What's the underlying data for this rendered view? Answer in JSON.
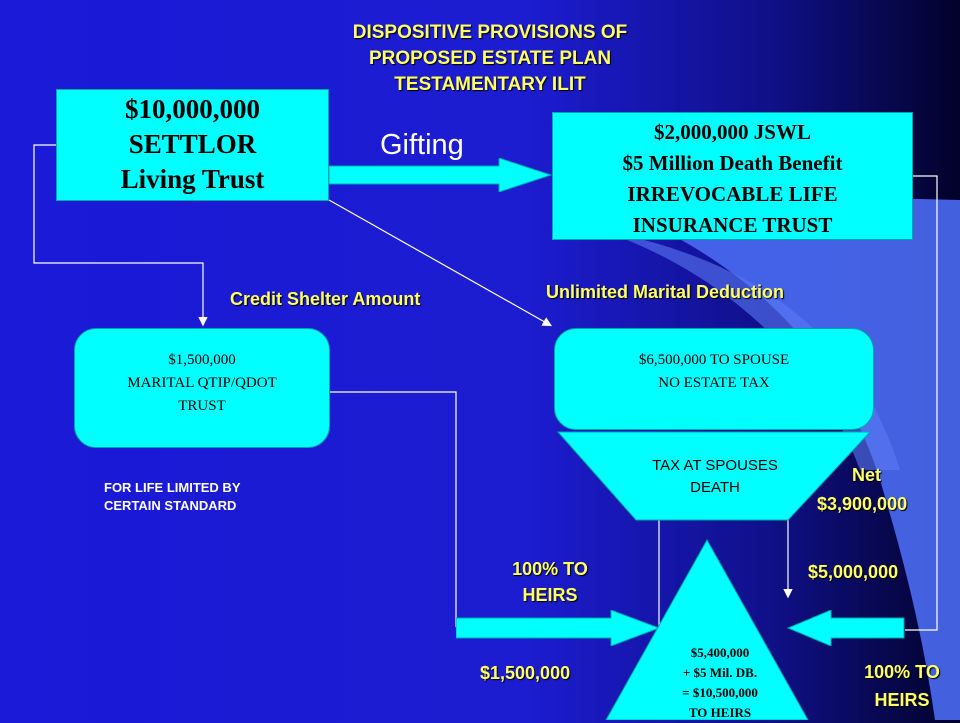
{
  "title": {
    "line1": "DISPOSITIVE PROVISIONS OF",
    "line2": "PROPOSED ESTATE PLAN",
    "line3": "TESTAMENTARY ILIT"
  },
  "settlor": {
    "line1": "$10,000,000",
    "line2": "SETTLOR",
    "line3": "Living Trust"
  },
  "ilit": {
    "line1": "$2,000,000 JSWL",
    "line2": "$5 Million Death Benefit",
    "line3": "IRREVOCABLE LIFE",
    "line4": "INSURANCE TRUST"
  },
  "gifting_label": "Gifting",
  "credit_shelter_label": "Credit Shelter Amount",
  "marital_deduction_label": "Unlimited Marital Deduction",
  "qtip": {
    "line1": "$1,500,000",
    "line2": "MARITAL QTIP/QDOT",
    "line3": "TRUST"
  },
  "for_life": {
    "line1": "FOR LIFE LIMITED BY",
    "line2": "CERTAIN STANDARD"
  },
  "spouse": {
    "line1": "$6,500,000 TO SPOUSE",
    "line2": "NO ESTATE TAX"
  },
  "tax": {
    "line1": "TAX AT SPOUSES",
    "line2": "DEATH"
  },
  "net": {
    "label": "Net",
    "amount": "$3,900,000"
  },
  "insurance_flow": "$5,000,000",
  "heirs_left": {
    "line1": "100% TO",
    "line2": "HEIRS",
    "amount": "$1,500,000"
  },
  "heirs_right": {
    "line1": "100% TO",
    "line2": "HEIRS"
  },
  "heirs_total": {
    "line1": "$5,400,000",
    "line2": "+ $5 Mil. DB.",
    "line3": "= $10,500,000",
    "line4": "TO HEIRS"
  },
  "colors": {
    "box": "#00ffff",
    "label_yellow": "#ffff66",
    "background": "#1a1ad8"
  }
}
